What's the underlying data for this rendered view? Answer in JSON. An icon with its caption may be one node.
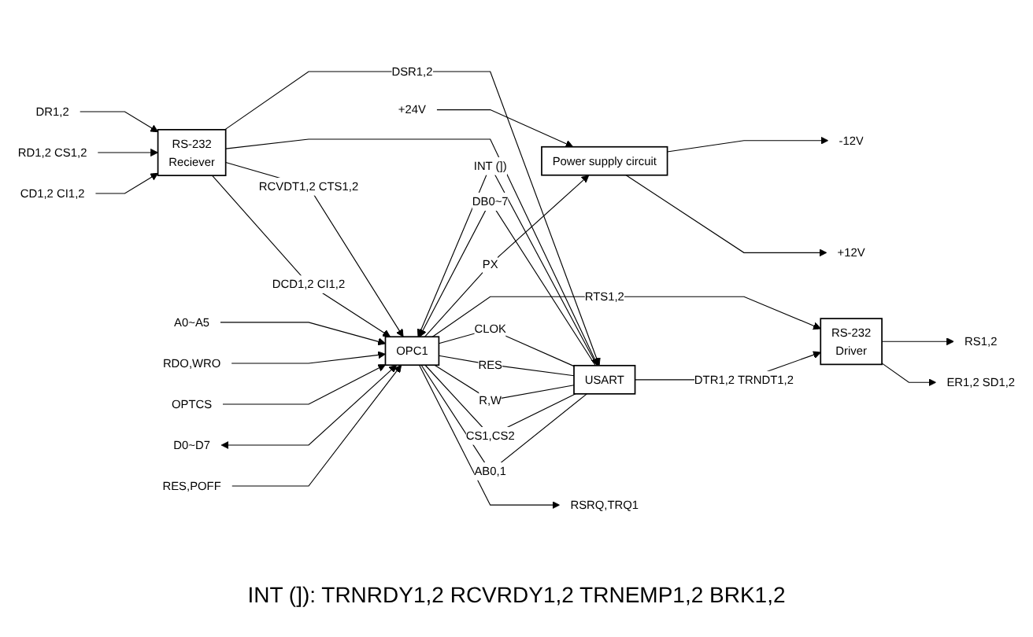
{
  "diagram": {
    "nodes": [
      {
        "text": [
          "OPC1"
        ]
      },
      {
        "text": [
          "USART"
        ]
      },
      {
        "text": [
          "RS-232",
          "Reciever"
        ]
      },
      {
        "text": [
          "RS-232",
          "Driver"
        ]
      },
      {
        "text": [
          "Power supply circuit"
        ]
      },
      {
        "text": [
          "A0~A5"
        ]
      },
      {
        "text": [
          "RDO,WRO"
        ]
      },
      {
        "text": [
          "OPTCS"
        ]
      },
      {
        "text": [
          "D0~D7"
        ]
      },
      {
        "text": [
          "RES,POFF"
        ]
      },
      {
        "text": [
          "RSRQ,TRQ1"
        ]
      },
      {
        "text": [
          "CD1,2 CI1,2"
        ]
      },
      {
        "text": [
          "RD1,2 CS1,2"
        ]
      },
      {
        "text": [
          "DR1,2"
        ]
      },
      {
        "text": [
          "ER1,2 SD1,2"
        ]
      },
      {
        "text": [
          "RS1,2"
        ]
      },
      {
        "text": [
          "+12V"
        ]
      },
      {
        "text": [
          "-12V"
        ]
      },
      {
        "text": [
          "+24V"
        ]
      }
    ],
    "edges": [
      {
        "from": 5,
        "to": 0,
        "arrow": "to"
      },
      {
        "from": 6,
        "to": 0,
        "arrow": "to"
      },
      {
        "from": 7,
        "to": 0,
        "arrow": "to"
      },
      {
        "from": 8,
        "to": 0,
        "arrow": "both"
      },
      {
        "from": 9,
        "to": 0,
        "arrow": "to"
      },
      {
        "from": 0,
        "to": 10,
        "arrow": "to"
      },
      {
        "from": 2,
        "to": 0,
        "arrow": "to",
        "label": "DCD1,2 CI1,2"
      },
      {
        "from": 2,
        "to": 0,
        "arrow": "to",
        "label": "RCVDT1,2 CTS1,2"
      },
      {
        "from": 2,
        "to": 1,
        "arrow": "to"
      },
      {
        "from": 0,
        "to": 1,
        "arrow": "none",
        "label": "AB0,1"
      },
      {
        "from": 0,
        "to": 1,
        "arrow": "none",
        "label": "CS1,CS2"
      },
      {
        "from": 0,
        "to": 1,
        "arrow": "none",
        "label": "R,W"
      },
      {
        "from": 1,
        "to": 0,
        "arrow": "to",
        "label": "DB0~7"
      },
      {
        "from": 1,
        "to": 0,
        "arrow": "to",
        "label": "INT (])"
      },
      {
        "from": 0,
        "to": 1,
        "arrow": "none",
        "label": "RES"
      },
      {
        "from": 0,
        "to": 1,
        "arrow": "none",
        "label": "CLOK"
      },
      {
        "from": 2,
        "to": 1,
        "arrow": "to",
        "label": "DSR1,2"
      },
      {
        "from": 1,
        "to": 3,
        "arrow": "to",
        "label": "DTR1,2 TRNDT1,2"
      },
      {
        "from": 0,
        "to": 3,
        "arrow": "to",
        "label": "RTS1,2"
      },
      {
        "from": 0,
        "to": 4,
        "arrow": "to",
        "label": "PX"
      },
      {
        "from": 18,
        "to": 4,
        "arrow": "to"
      },
      {
        "from": 4,
        "to": 16,
        "arrow": "to"
      },
      {
        "from": 4,
        "to": 17,
        "arrow": "to"
      },
      {
        "from": 11,
        "to": 2,
        "arrow": "to"
      },
      {
        "from": 12,
        "to": 2,
        "arrow": "to"
      },
      {
        "from": 13,
        "to": 2,
        "arrow": "to"
      },
      {
        "from": 3,
        "to": 14,
        "arrow": "to"
      },
      {
        "from": 3,
        "to": 15,
        "arrow": "to"
      }
    ],
    "labels": [
      "INT (]): TRNRDY1,2 RCVRDY1,2 TRNEMP1,2 BRK1,2"
    ]
  }
}
